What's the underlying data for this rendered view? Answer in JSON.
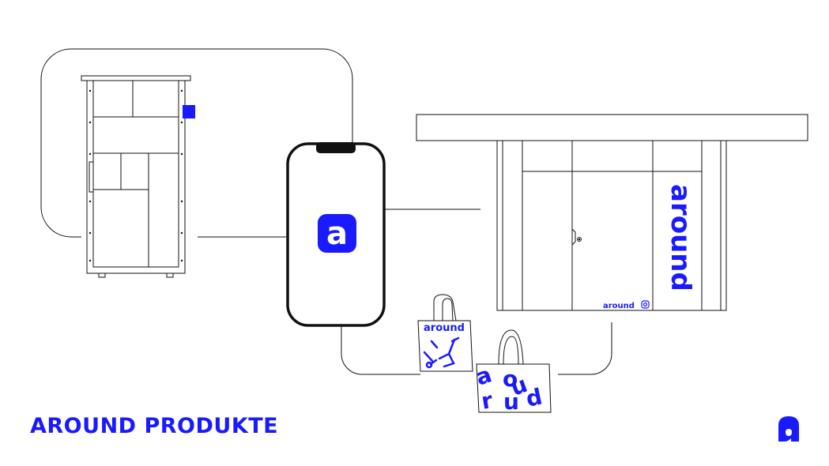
{
  "page": {
    "title": "AROUND PRODUKTE",
    "brand_color": "#1a1aff",
    "line_color": "#111111"
  },
  "products": {
    "app": {
      "logo_letter": "a"
    },
    "kiosk": {
      "sign_text": "around",
      "door_label": "around"
    },
    "bag_1": {
      "text": "around"
    },
    "bag_2": {
      "letters": [
        "a",
        "o",
        "n",
        "r",
        "u",
        "d"
      ]
    }
  },
  "icons": {
    "corner_logo": "around-logo-icon",
    "instagram": "instagram-icon"
  }
}
